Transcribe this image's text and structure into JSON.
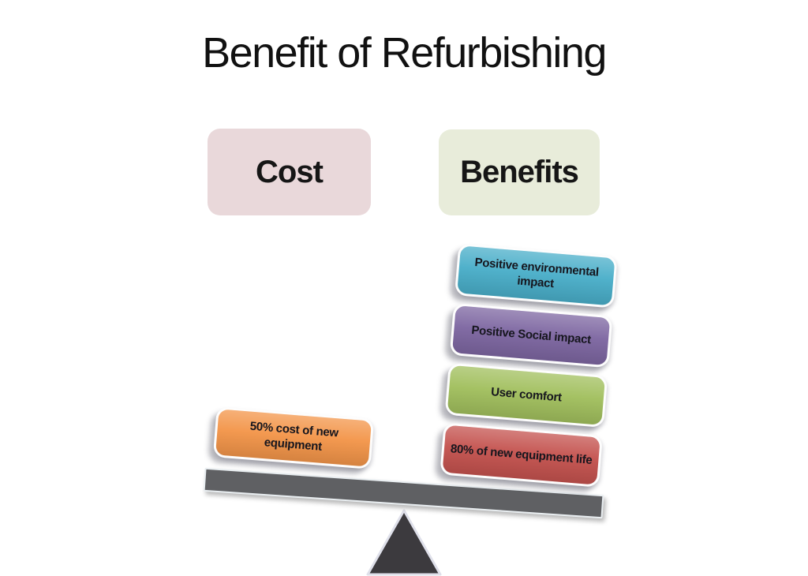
{
  "title": "Benefit of Refurbishing",
  "headers": {
    "cost": "Cost",
    "benefits": "Benefits"
  },
  "cost_items": [
    {
      "label": "50% cost of new equipment",
      "color": "#f39549"
    }
  ],
  "benefit_items": [
    {
      "label": "Positive environmental impact",
      "color": "#49aec9"
    },
    {
      "label": "Positive Social impact",
      "color": "#7d66a1"
    },
    {
      "label": "User comfort",
      "color": "#a1bf5d"
    },
    {
      "label": "80% of new equipment life",
      "color": "#c4524e"
    }
  ],
  "colors": {
    "cost_header_bg": "#e9d8da",
    "benefits_header_bg": "#e8ecda",
    "plank": "#5f6063",
    "fulcrum": "#3c3a3e",
    "fulcrum_border": "#dfe0ea",
    "title_text": "#111111"
  }
}
